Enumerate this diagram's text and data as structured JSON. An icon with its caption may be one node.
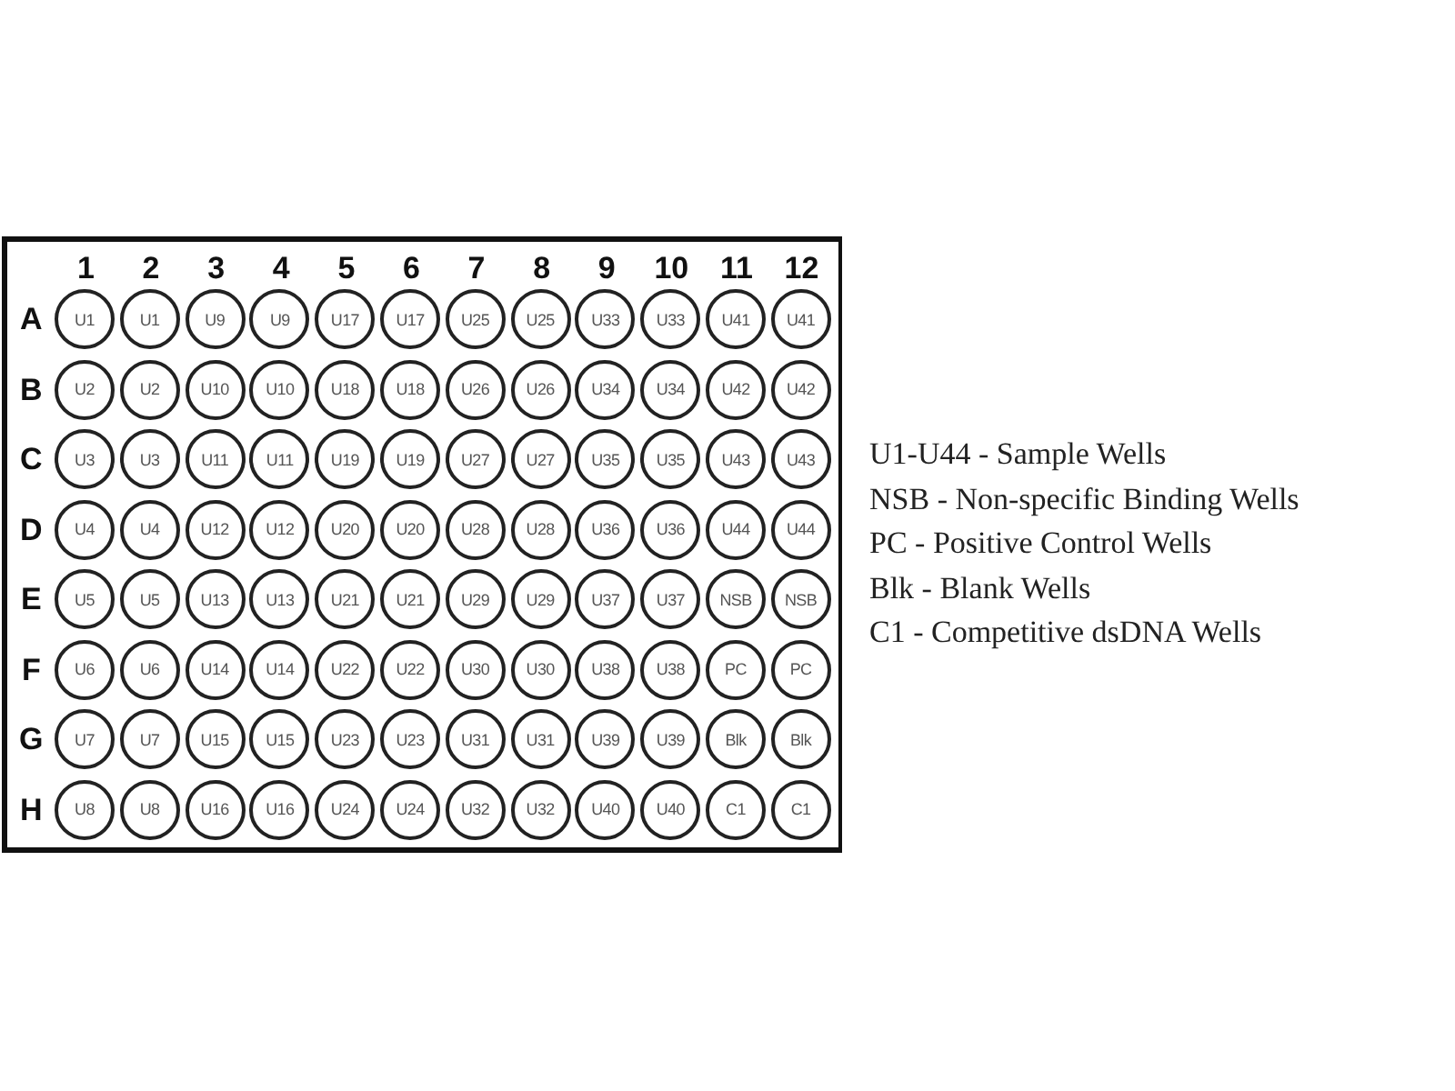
{
  "diagram": {
    "nodes": [
      {
        "text": [
          "U1"
        ]
      },
      {
        "text": [
          "U1"
        ]
      },
      {
        "text": [
          "U9"
        ]
      },
      {
        "text": [
          "U9"
        ]
      },
      {
        "text": [
          "U17"
        ]
      },
      {
        "text": [
          "U17"
        ]
      },
      {
        "text": [
          "U25"
        ]
      },
      {
        "text": [
          "U25"
        ]
      },
      {
        "text": [
          "U33"
        ]
      },
      {
        "text": [
          "U33"
        ]
      },
      {
        "text": [
          "U41"
        ]
      },
      {
        "text": [
          "U41"
        ]
      },
      {
        "text": [
          "U2"
        ]
      },
      {
        "text": [
          "U2"
        ]
      },
      {
        "text": [
          "U10"
        ]
      },
      {
        "text": [
          "U10"
        ]
      },
      {
        "text": [
          "U18"
        ]
      },
      {
        "text": [
          "U18"
        ]
      },
      {
        "text": [
          "U26"
        ]
      },
      {
        "text": [
          "U26"
        ]
      },
      {
        "text": [
          "U34"
        ]
      },
      {
        "text": [
          "U34"
        ]
      },
      {
        "text": [
          "U42"
        ]
      },
      {
        "text": [
          "U42"
        ]
      },
      {
        "text": [
          "U3"
        ]
      },
      {
        "text": [
          "U3"
        ]
      },
      {
        "text": [
          "U11"
        ]
      },
      {
        "text": [
          "U11"
        ]
      },
      {
        "text": [
          "U19"
        ]
      },
      {
        "text": [
          "U19"
        ]
      },
      {
        "text": [
          "U27"
        ]
      },
      {
        "text": [
          "U27"
        ]
      },
      {
        "text": [
          "U35"
        ]
      },
      {
        "text": [
          "U35"
        ]
      },
      {
        "text": [
          "U43"
        ]
      },
      {
        "text": [
          "U43"
        ]
      },
      {
        "text": [
          "U4"
        ]
      },
      {
        "text": [
          "U4"
        ]
      },
      {
        "text": [
          "U12"
        ]
      },
      {
        "text": [
          "U12"
        ]
      },
      {
        "text": [
          "U20"
        ]
      },
      {
        "text": [
          "U20"
        ]
      },
      {
        "text": [
          "U28"
        ]
      },
      {
        "text": [
          "U28"
        ]
      },
      {
        "text": [
          "U36"
        ]
      },
      {
        "text": [
          "U36"
        ]
      },
      {
        "text": [
          "U44"
        ]
      },
      {
        "text": [
          "U44"
        ]
      },
      {
        "text": [
          "U5"
        ]
      },
      {
        "text": [
          "U5"
        ]
      },
      {
        "text": [
          "U13"
        ]
      },
      {
        "text": [
          "U13"
        ]
      },
      {
        "text": [
          "U21"
        ]
      },
      {
        "text": [
          "U21"
        ]
      },
      {
        "text": [
          "U29"
        ]
      },
      {
        "text": [
          "U29"
        ]
      },
      {
        "text": [
          "U37"
        ]
      },
      {
        "text": [
          "U37"
        ]
      },
      {
        "text": [
          "NSB"
        ]
      },
      {
        "text": [
          "NSB"
        ]
      },
      {
        "text": [
          "U6"
        ]
      },
      {
        "text": [
          "U6"
        ]
      },
      {
        "text": [
          "U14"
        ]
      },
      {
        "text": [
          "U14"
        ]
      },
      {
        "text": [
          "U22"
        ]
      },
      {
        "text": [
          "U22"
        ]
      },
      {
        "text": [
          "U30"
        ]
      },
      {
        "text": [
          "U30"
        ]
      },
      {
        "text": [
          "U38"
        ]
      },
      {
        "text": [
          "U38"
        ]
      },
      {
        "text": [
          "PC"
        ]
      },
      {
        "text": [
          "PC"
        ]
      },
      {
        "text": [
          "U7"
        ]
      },
      {
        "text": [
          "U7"
        ]
      },
      {
        "text": [
          "U15"
        ]
      },
      {
        "text": [
          "U15"
        ]
      },
      {
        "text": [
          "U23"
        ]
      },
      {
        "text": [
          "U23"
        ]
      },
      {
        "text": [
          "U31"
        ]
      },
      {
        "text": [
          "U31"
        ]
      },
      {
        "text": [
          "U39"
        ]
      },
      {
        "text": [
          "U39"
        ]
      },
      {
        "text": [
          "Blk"
        ]
      },
      {
        "text": [
          "Blk"
        ]
      },
      {
        "text": [
          "U8"
        ]
      },
      {
        "text": [
          "U8"
        ]
      },
      {
        "text": [
          "U16"
        ]
      },
      {
        "text": [
          "U16"
        ]
      },
      {
        "text": [
          "U24"
        ]
      },
      {
        "text": [
          "U24"
        ]
      },
      {
        "text": [
          "U32"
        ]
      },
      {
        "text": [
          "U32"
        ]
      },
      {
        "text": [
          "U40"
        ]
      },
      {
        "text": [
          "U40"
        ]
      },
      {
        "text": [
          "C1"
        ]
      },
      {
        "text": [
          "C1"
        ]
      }
    ],
    "labels": [
      "1",
      "2",
      "3",
      "4",
      "5",
      "6",
      "7",
      "8",
      "9",
      "10",
      "11",
      "12",
      "A",
      "B",
      "C",
      "D",
      "E",
      "F",
      "G",
      "H",
      "U1-U44 - Sample Wells",
      "NSB - Non-specific Binding Wells",
      "PC - Positive Control Wells",
      "Blk - Blank Wells",
      "C1 - Competitive dsDNA Wells"
    ]
  }
}
